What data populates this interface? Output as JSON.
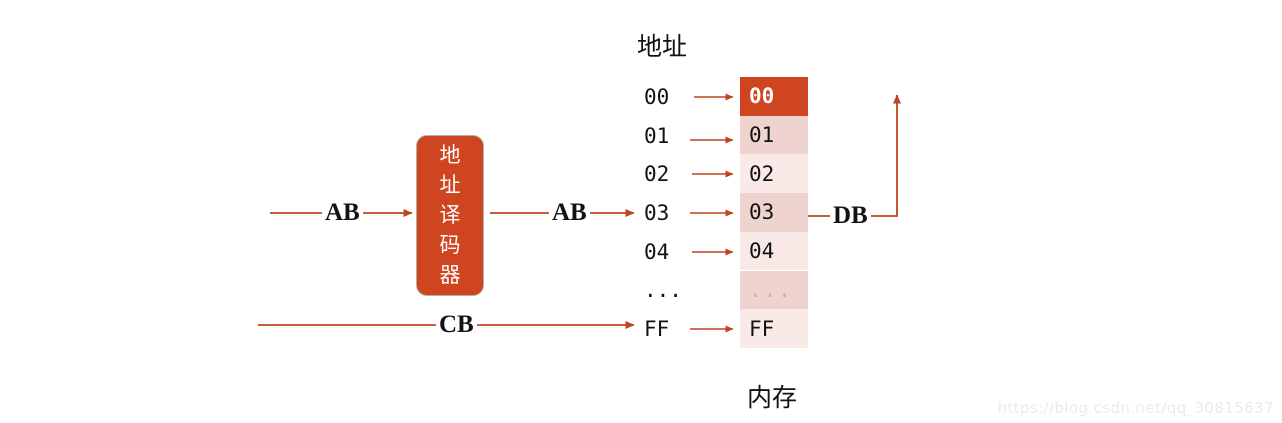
{
  "diagram": {
    "title_address": "地址",
    "title_memory": "内存",
    "decoder": {
      "name": "address-decoder",
      "chars": [
        "地",
        "址",
        "译",
        "码",
        "器"
      ]
    },
    "buses": [
      {
        "id": "ab-in",
        "label": "AB"
      },
      {
        "id": "ab-out",
        "label": "AB"
      },
      {
        "id": "cb",
        "label": "CB"
      },
      {
        "id": "db",
        "label": "DB"
      }
    ],
    "addresses": [
      "00",
      "01",
      "02",
      "03",
      "04",
      "...",
      "FF"
    ],
    "memory_cells": [
      {
        "value": "00",
        "state": "active"
      },
      {
        "value": "01",
        "state": "shade-dark"
      },
      {
        "value": "02",
        "state": "shade-light"
      },
      {
        "value": "03",
        "state": "shade-dark"
      },
      {
        "value": "04",
        "state": "shade-light"
      },
      {
        "value": "...",
        "state": "shade-dark"
      },
      {
        "value": "FF",
        "state": "shade-light"
      }
    ],
    "colors": {
      "accent": "#cf4520",
      "cell_dark": "#efd3cf",
      "cell_light": "#f9eae8",
      "line": "#c0441f",
      "text": "#121212"
    }
  },
  "watermark": {
    "text": "https://blog.csdn.net/qq_30815637"
  }
}
